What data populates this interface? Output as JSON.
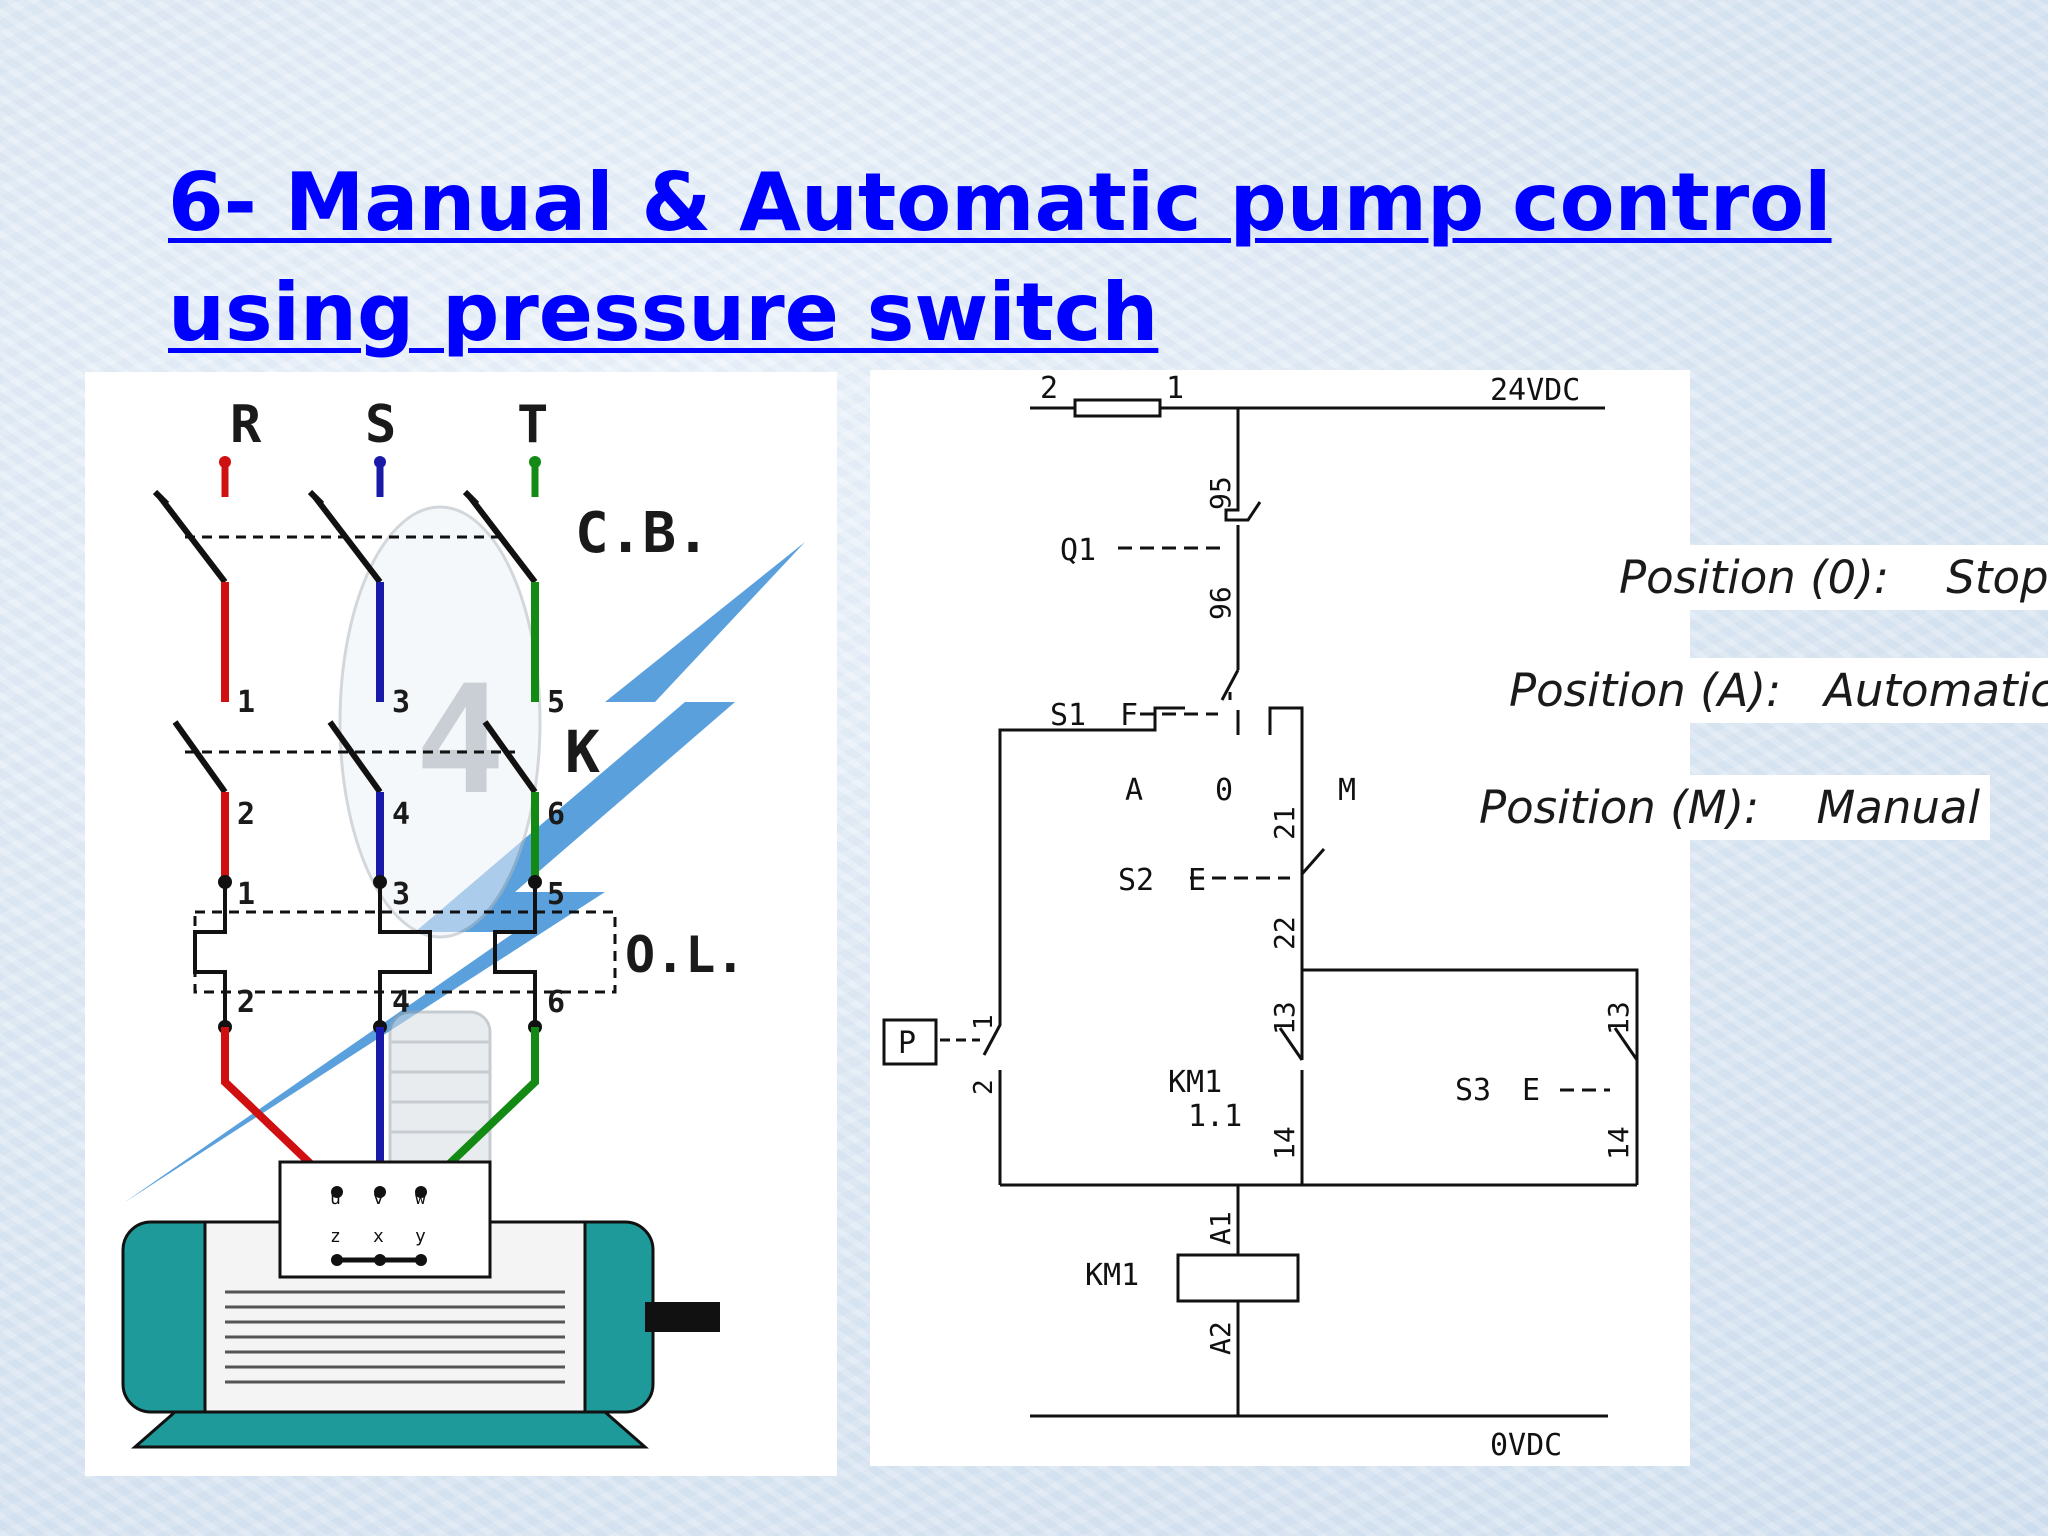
{
  "slide": {
    "title": "6- Manual & Automatic pump control using pressure switch"
  },
  "power_circuit": {
    "phase_labels": [
      "R",
      "S",
      "T"
    ],
    "breaker_label": "C.B.",
    "contactor_label": "K",
    "overload_label": "O.L.",
    "breaker_terminals": [
      "1",
      "3",
      "5"
    ],
    "contactor_terminals_top": [
      "2",
      "4",
      "6"
    ],
    "overload_terminals_top": [
      "1",
      "3",
      "5"
    ],
    "overload_terminals_bottom": [
      "2",
      "4",
      "6"
    ],
    "motor_terminals_top": [
      "u",
      "v",
      "w"
    ],
    "motor_terminals_bottom": [
      "z",
      "x",
      "y"
    ],
    "watermark_digit": "4",
    "phase_colors": [
      "#d01010",
      "#1a1aa8",
      "#138a13"
    ]
  },
  "control_circuit": {
    "supply_top": "24VDC",
    "supply_bottom": "0VDC",
    "fuse_left": "2",
    "fuse_right": "1",
    "q1": {
      "label": "Q1",
      "t_top": "95",
      "t_bottom": "96"
    },
    "s1": {
      "label": "S1",
      "symbol": "F",
      "pos_a": "A",
      "pos_0": "0",
      "pos_m": "M"
    },
    "s2": {
      "label": "S2",
      "symbol": "E",
      "t_top": "21",
      "t_bottom": "22"
    },
    "pressure_switch": {
      "label": "P",
      "t_top": "1",
      "t_bottom": "2"
    },
    "km1_aux": {
      "label": "KM1",
      "sub": "1.1",
      "t_top": "13",
      "t_bottom": "14"
    },
    "s3": {
      "label": "S3",
      "symbol": "E",
      "t_top": "13",
      "t_bottom": "14"
    },
    "coil": {
      "label": "KM1",
      "a1": "A1",
      "a2": "A2"
    }
  },
  "positions": [
    {
      "key": "Position (0):",
      "value": "Stop"
    },
    {
      "key": "Position (A):",
      "value": "Automatic"
    },
    {
      "key": "Position (M):",
      "value": "Manual"
    }
  ]
}
